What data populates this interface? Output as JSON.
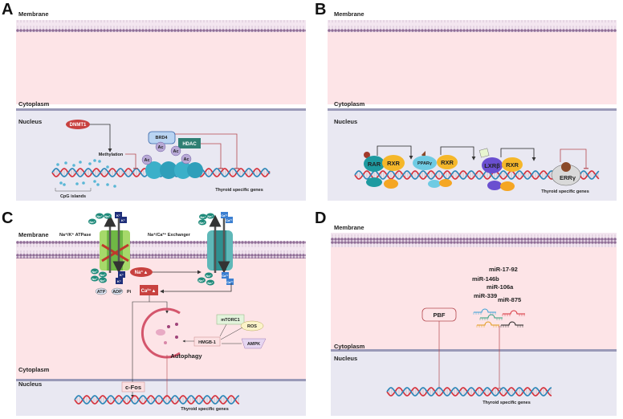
{
  "panels": {
    "A": {
      "letter": "A",
      "membrane": "Membrane",
      "cytoplasm": "Cytoplasm",
      "nucleus": "Nucleus",
      "dnmt1": "DNMT1",
      "methylation": "Methylation",
      "brd4": "BRD4",
      "hdac": "HDAC",
      "ac": "Ac",
      "cpg": "CpG islands",
      "genes": "Thyroid specific genes"
    },
    "B": {
      "letter": "B",
      "membrane": "Membrane",
      "cytoplasm": "Cytoplasm",
      "nucleus": "Nucleus",
      "rar": "RAR",
      "rxr": "RXR",
      "ppar": "PPARγ",
      "lxr": "LXRβ",
      "err": "ERRγ",
      "genes": "Thyroid specific genes"
    },
    "C": {
      "letter": "C",
      "membrane": "Membrane",
      "cytoplasm": "Cytoplasm",
      "nucleus": "Nucleus",
      "nak": "Na⁺/K⁺ ATPase",
      "naca": "Na⁺/Ca²⁺ Exchanger",
      "na": "Na⁺",
      "k": "K⁺",
      "ca": "Ca²⁺",
      "na_up": "Na⁺▲",
      "ca_up": "Ca²⁺▲",
      "atp": "ATP",
      "adp": "ADP",
      "pi": "Pi",
      "mtorc1": "mTORC1",
      "ros": "ROS",
      "hmgb1": "HMGB-1",
      "ampk": "AMPK",
      "autophagy": "Autophagy",
      "cfos": "c-Fos",
      "genes": "Thyroid specific genes"
    },
    "D": {
      "letter": "D",
      "membrane": "Membrane",
      "cytoplasm": "Cytoplasm",
      "nucleus": "Nucleus",
      "pbf": "PBF",
      "mirs": [
        "miR-17-92",
        "miR-146b",
        "miR-106a",
        "miR-339",
        "miR-875"
      ],
      "genes": "Thyroid specific genes"
    }
  },
  "colors": {
    "cytoplasm": "#fde4e7",
    "nucleus": "#e9e8f2",
    "membrane": "#9c7fa3",
    "dna_red": "#d6303a",
    "dna_blue": "#2a86b8",
    "inhibit": "#b5484f"
  }
}
